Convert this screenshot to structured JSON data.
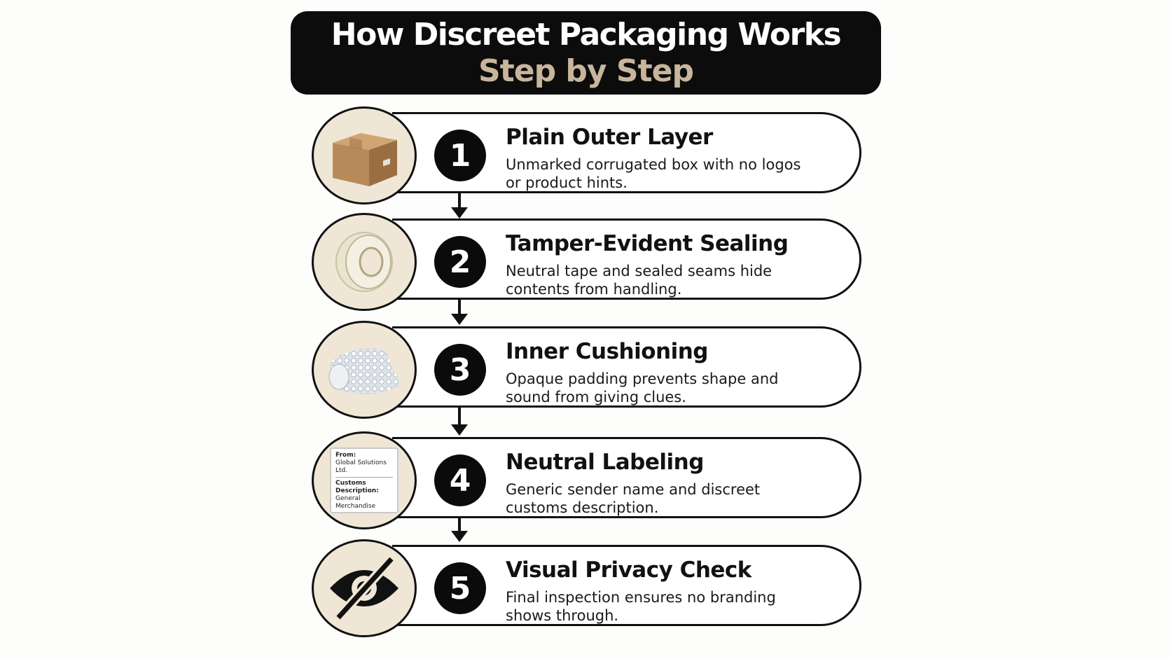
{
  "header": {
    "title": "How Discreet Packaging Works",
    "subtitle": "Step by Step"
  },
  "colors": {
    "header_bg": "#0c0c0c",
    "subtitle_accent": "#c8b59c",
    "icon_circle_bg": "#efe6d6",
    "number_badge": "#0b0b0b"
  },
  "steps": [
    {
      "number": "1",
      "title": "Plain Outer Layer",
      "description": "Unmarked corrugated box with no logos or product hints.",
      "icon": "cardboard-box-icon"
    },
    {
      "number": "2",
      "title": "Tamper-Evident Sealing",
      "description": "Neutral tape and sealed seams hide contents from handling.",
      "icon": "tape-roll-icon"
    },
    {
      "number": "3",
      "title": "Inner Cushioning",
      "description": "Opaque padding prevents shape and sound from giving clues.",
      "icon": "bubble-wrap-icon"
    },
    {
      "number": "4",
      "title": "Neutral Labeling",
      "description": "Generic sender name and discreet customs description.",
      "icon": "shipping-label-icon"
    },
    {
      "number": "5",
      "title": "Visual Privacy Check",
      "description": "Final inspection ensures no branding shows through.",
      "icon": "eye-slash-icon"
    }
  ],
  "shipping_label": {
    "from_label": "From:",
    "from_value": "Global Solutions Ltd.",
    "customs_label": "Customs Description:",
    "customs_value": "General Merchandise"
  }
}
